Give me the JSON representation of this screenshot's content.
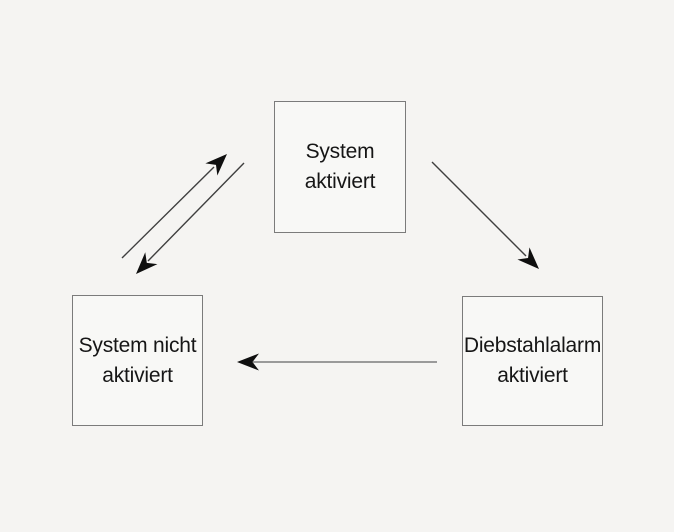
{
  "diagram": {
    "title": "state-diagram-theft-alarm",
    "background_color": "#f5f4f2",
    "box_fill_color": "#f8f8f6",
    "box_border_color": "#7b7b7b",
    "text_color": "#161616",
    "diagonal_line_color": "#3f3f3f",
    "horizontal_line_color": "#9a9a9a",
    "arrowhead_color": "#0f0f0f",
    "nodes": [
      {
        "id": "system-aktiviert",
        "line1": "System",
        "line2": "aktiviert",
        "position": "top-center"
      },
      {
        "id": "system-nicht-aktiviert",
        "line1": "System nicht",
        "line2": "aktiviert",
        "position": "bottom-left"
      },
      {
        "id": "diebstahlalarm-aktiviert",
        "line1": "Diebstahlalarm",
        "line2": "aktiviert",
        "position": "bottom-right"
      }
    ],
    "edges": [
      {
        "from": "system-nicht-aktiviert",
        "to": "system-aktiviert",
        "direction": "up-right"
      },
      {
        "from": "system-aktiviert",
        "to": "system-nicht-aktiviert",
        "direction": "down-left"
      },
      {
        "from": "system-aktiviert",
        "to": "diebstahlalarm-aktiviert",
        "direction": "down-right"
      },
      {
        "from": "diebstahlalarm-aktiviert",
        "to": "system-nicht-aktiviert",
        "direction": "left"
      }
    ]
  }
}
